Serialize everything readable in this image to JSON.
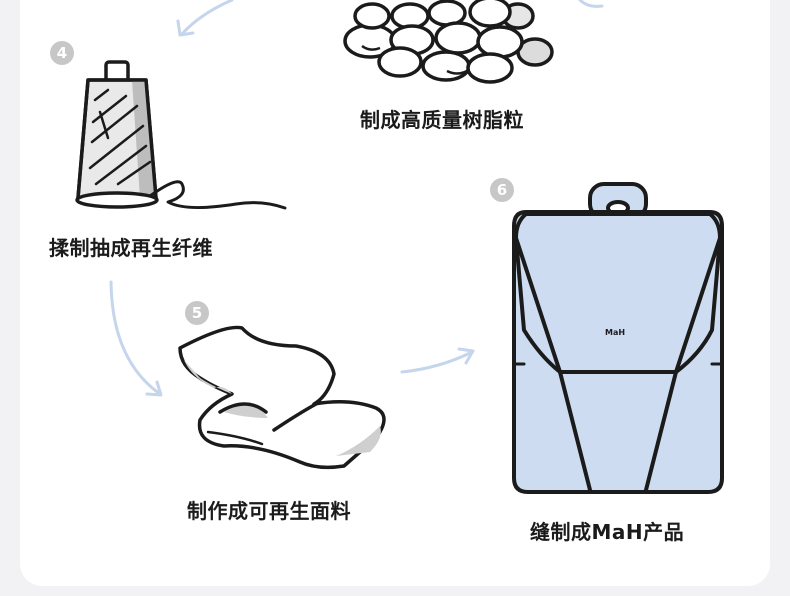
{
  "steps": [
    {
      "number": "4",
      "label": "揉制抽成再生纤维",
      "icon": "thread-spool-icon"
    },
    {
      "number": "5",
      "label": "制作成可再生面料",
      "icon": "fabric-icon"
    },
    {
      "number": "6",
      "label": "缝制成MaH产品",
      "icon": "backpack-icon"
    }
  ],
  "resin_step": {
    "label": "制成高质量树脂粒",
    "icon": "resin-pellets-icon"
  },
  "backpack_logo": "MaH",
  "colors": {
    "page_background": "#f2f2f4",
    "card": "#ffffff",
    "arrow": "#c5d5ec",
    "backpack_fill": "#cddcf0",
    "badge": "#c7c7c7",
    "outline": "#1b1b1b"
  }
}
